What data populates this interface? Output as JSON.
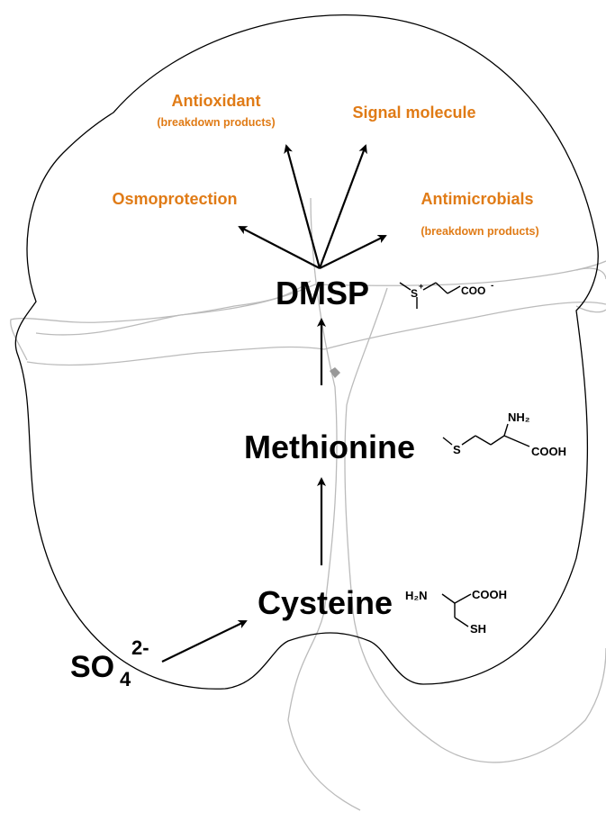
{
  "functions": {
    "antioxidant": "Antioxidant",
    "antioxidant_note": "(breakdown products)",
    "signal": "Signal molecule",
    "osmoprotection": "Osmoprotection",
    "antimicrobials": "Antimicrobials",
    "antimicrobials_note": "(breakdown products)"
  },
  "pathway": {
    "dmsp": "DMSP",
    "methionine": "Methionine",
    "cysteine": "Cysteine",
    "sulfate_base": "SO",
    "sulfate_sub": "4",
    "sulfate_sup": "2-"
  },
  "structures": {
    "dmsp_s": "S",
    "dmsp_plus": "+",
    "dmsp_coo": "COO",
    "dmsp_minus": "-",
    "met_nh2": "NH₂",
    "met_s": "S",
    "met_cooh": "COOH",
    "cys_h2n": "H₂N",
    "cys_cooh": "COOH",
    "cys_sh": "SH"
  },
  "colors": {
    "function_text": "#E07B16",
    "outline": "#000000",
    "faint_outline": "#BBBBBB"
  }
}
